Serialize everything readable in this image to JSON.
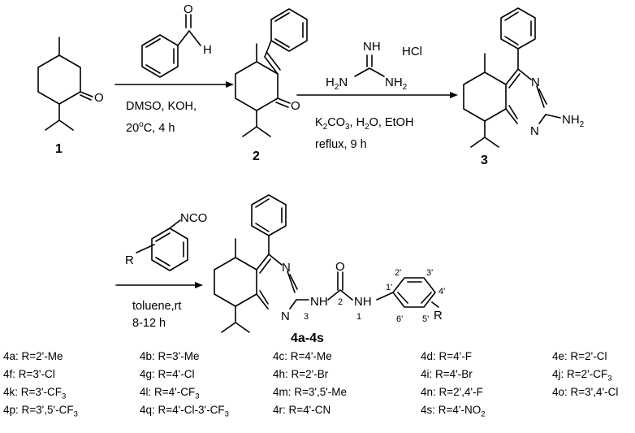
{
  "atoms": {
    "O": "O",
    "H": "H",
    "N": "N",
    "NH": "NH",
    "NH2": "NH",
    "NH2_sub": "2",
    "H2N": "H",
    "H2N_sub": "2",
    "H2N_tail": "N",
    "HCl": "HCl",
    "NCO": "NCO",
    "R": "R"
  },
  "compounds": {
    "c1": "1",
    "c2": "2",
    "c3": "3",
    "c4": "4a-4s"
  },
  "conditions": {
    "step1_line1": "DMSO, KOH,",
    "step1_line2_pre": "20",
    "step1_line2_sup": "o",
    "step1_line2_post": "C, 4 h",
    "step2_line1_a": "K",
    "step2_line1_sub1": "2",
    "step2_line1_b": "CO",
    "step2_line1_sub2": "3",
    "step2_line1_c": ", H",
    "step2_line1_sub3": "2",
    "step2_line1_d": "O, EtOH",
    "step2_line2": "reflux, 9 h",
    "step3_line1": "toluene,rt",
    "step3_line2": "8-12 h"
  },
  "locants": {
    "n3": "3",
    "c2": "2",
    "n1": "1",
    "p1": "1'",
    "p2": "2'",
    "p3": "3'",
    "p4": "4'",
    "p5": "5'",
    "p6": "6'"
  },
  "substituents": [
    {
      "id": "4a",
      "prefix": "4a: R=",
      "main": "2'-Me",
      "sub": "",
      "tail": ""
    },
    {
      "id": "4b",
      "prefix": "4b: R=",
      "main": "3'-Me",
      "sub": "",
      "tail": ""
    },
    {
      "id": "4c",
      "prefix": "4c: R=",
      "main": "4'-Me",
      "sub": "",
      "tail": ""
    },
    {
      "id": "4d",
      "prefix": "4d: R=",
      "main": "4'-F",
      "sub": "",
      "tail": ""
    },
    {
      "id": "4e",
      "prefix": "4e: R=",
      "main": "2'-Cl",
      "sub": "",
      "tail": ""
    },
    {
      "id": "4f",
      "prefix": "4f: R=",
      "main": "3'-Cl",
      "sub": "",
      "tail": ""
    },
    {
      "id": "4g",
      "prefix": "4g: R=",
      "main": "4'-Cl",
      "sub": "",
      "tail": ""
    },
    {
      "id": "4h",
      "prefix": "4h: R=",
      "main": "2'-Br",
      "sub": "",
      "tail": ""
    },
    {
      "id": "4i",
      "prefix": "4i: R=",
      "main": "4'-Br",
      "sub": "",
      "tail": ""
    },
    {
      "id": "4j",
      "prefix": "4j: R=",
      "main": "2'-CF",
      "sub": "3",
      "tail": ""
    },
    {
      "id": "4k",
      "prefix": "4k: R=",
      "main": "3'-CF",
      "sub": "3",
      "tail": ""
    },
    {
      "id": "4l",
      "prefix": "4l: R=",
      "main": "4'-CF",
      "sub": "3",
      "tail": ""
    },
    {
      "id": "4m",
      "prefix": "4m: R=",
      "main": "3',5'-Me",
      "sub": "",
      "tail": ""
    },
    {
      "id": "4n",
      "prefix": "4n: R=",
      "main": "2',4'-F",
      "sub": "",
      "tail": ""
    },
    {
      "id": "4o",
      "prefix": "4o: R=",
      "main": "3',4'-Cl",
      "sub": "",
      "tail": ""
    },
    {
      "id": "4p",
      "prefix": "4p: R=",
      "main": "3',5'-CF",
      "sub": "3",
      "tail": ""
    },
    {
      "id": "4q",
      "prefix": "4q: R=",
      "main": "4'-Cl-3'-CF",
      "sub": "3",
      "tail": ""
    },
    {
      "id": "4r",
      "prefix": "4r: R=",
      "main": "4'-CN",
      "sub": "",
      "tail": ""
    },
    {
      "id": "4s",
      "prefix": "4s: R=",
      "main": "4'-NO",
      "sub": "2",
      "tail": ""
    }
  ]
}
